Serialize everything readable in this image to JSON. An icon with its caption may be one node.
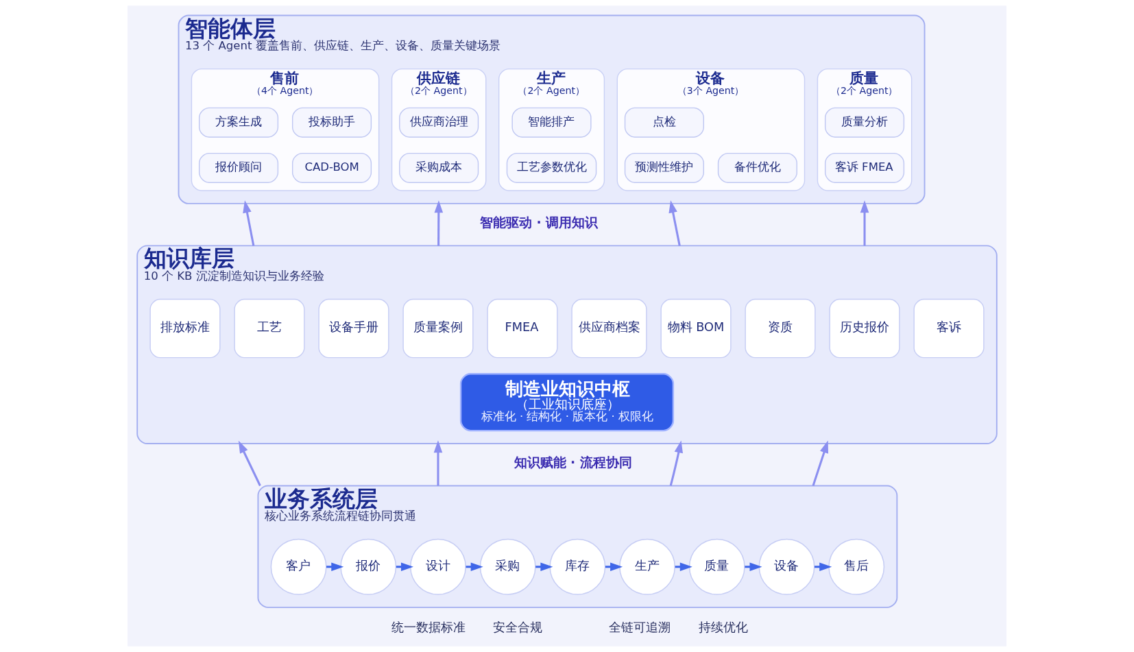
{
  "diagram": {
    "nodes": [
      {
        "text": [
          "智能体层",
          "13 个 Agent 覆盖售前、供应链、生产、设备、质量关键场景"
        ]
      },
      {
        "text": [
          "售前",
          "（4个 Agent）"
        ],
        "in": 0
      },
      {
        "text": [
          "方案生成"
        ],
        "in": 1
      },
      {
        "text": [
          "投标助手"
        ],
        "in": 1
      },
      {
        "text": [
          "报价顾问"
        ],
        "in": 1
      },
      {
        "text": [
          "CAD-BOM"
        ],
        "in": 1
      },
      {
        "text": [
          "供应链",
          "（2个 Agent）"
        ],
        "in": 0
      },
      {
        "text": [
          "供应商治理"
        ],
        "in": 6
      },
      {
        "text": [
          "采购成本"
        ],
        "in": 6
      },
      {
        "text": [
          "生产",
          "（2个 Agent）"
        ],
        "in": 0
      },
      {
        "text": [
          "智能排产"
        ],
        "in": 9
      },
      {
        "text": [
          "工艺参数优化"
        ],
        "in": 9
      },
      {
        "text": [
          "设备",
          "（3个 Agent）"
        ],
        "in": 0
      },
      {
        "text": [
          "点检"
        ],
        "in": 12
      },
      {
        "text": [
          "预测性维护"
        ],
        "in": 12
      },
      {
        "text": [
          "备件优化"
        ],
        "in": 12
      },
      {
        "text": [
          "质量",
          "（2个 Agent）"
        ],
        "in": 0
      },
      {
        "text": [
          "质量分析"
        ],
        "in": 16
      },
      {
        "text": [
          "客诉 FMEA"
        ],
        "in": 16
      },
      {
        "text": [
          "知识库层",
          "10 个 KB 沉淀制造知识与业务经验"
        ]
      },
      {
        "text": [
          "排放标准"
        ],
        "in": 19
      },
      {
        "text": [
          "工艺"
        ],
        "in": 19
      },
      {
        "text": [
          "设备手册"
        ],
        "in": 19
      },
      {
        "text": [
          "质量案例"
        ],
        "in": 19
      },
      {
        "text": [
          "FMEA"
        ],
        "in": 19
      },
      {
        "text": [
          "供应商档案"
        ],
        "in": 19
      },
      {
        "text": [
          "物料 BOM"
        ],
        "in": 19
      },
      {
        "text": [
          "资质"
        ],
        "in": 19
      },
      {
        "text": [
          "历史报价"
        ],
        "in": 19
      },
      {
        "text": [
          "客诉"
        ],
        "in": 19
      },
      {
        "text": [
          "制造业知识中枢",
          "（工业知识底座）",
          "标准化 · 结构化 · 版本化 · 权限化"
        ],
        "in": 19
      },
      {
        "text": [
          "业务系统层",
          "核心业务系统流程链协同贯通"
        ]
      },
      {
        "text": [
          "客户"
        ],
        "in": 31
      },
      {
        "text": [
          "报价"
        ],
        "in": 31
      },
      {
        "text": [
          "设计"
        ],
        "in": 31
      },
      {
        "text": [
          "采购"
        ],
        "in": 31
      },
      {
        "text": [
          "库存"
        ],
        "in": 31
      },
      {
        "text": [
          "生产"
        ],
        "in": 31
      },
      {
        "text": [
          "质量"
        ],
        "in": 31
      },
      {
        "text": [
          "设备"
        ],
        "in": 31
      },
      {
        "text": [
          "售后"
        ],
        "in": 31
      }
    ],
    "edges": [
      {
        "from": 19,
        "to": 0,
        "arrow": "to",
        "color": "#8b8ff0"
      },
      {
        "from": 19,
        "to": 0,
        "arrow": "to",
        "color": "#8b8ff0"
      },
      {
        "from": 19,
        "to": 0,
        "arrow": "to",
        "color": "#8b8ff0"
      },
      {
        "from": 19,
        "to": 0,
        "arrow": "to",
        "color": "#8b8ff0"
      },
      {
        "from": 31,
        "to": 19,
        "arrow": "to",
        "color": "#8b8ff0"
      },
      {
        "from": 31,
        "to": 19,
        "arrow": "to",
        "color": "#8b8ff0"
      },
      {
        "from": 31,
        "to": 19,
        "arrow": "to",
        "color": "#8b8ff0"
      },
      {
        "from": 31,
        "to": 19,
        "arrow": "to",
        "color": "#8b8ff0"
      },
      {
        "from": 32,
        "to": 33,
        "arrow": "to"
      },
      {
        "from": 33,
        "to": 34,
        "arrow": "to"
      },
      {
        "from": 34,
        "to": 35,
        "arrow": "to"
      },
      {
        "from": 35,
        "to": 36,
        "arrow": "to"
      },
      {
        "from": 36,
        "to": 37,
        "arrow": "to"
      },
      {
        "from": 37,
        "to": 38,
        "arrow": "to"
      },
      {
        "from": 38,
        "to": 39,
        "arrow": "to"
      },
      {
        "from": 39,
        "to": 40,
        "arrow": "to"
      }
    ],
    "labels": [
      "智能驱动 · 调用知识",
      "知识赋能 · 流程协同",
      "统一数据标准",
      "安全合规",
      "全链可追溯",
      "持续优化"
    ]
  }
}
